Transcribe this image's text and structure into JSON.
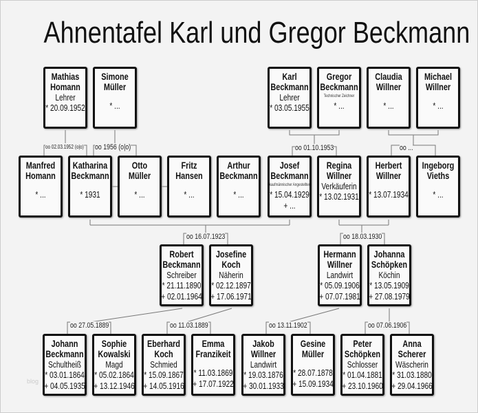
{
  "title": "Ahnentafel Karl und Gregor Beckmann",
  "persons": [
    {
      "first": "Mathias",
      "last": "Homann",
      "occupation": "Lehrer",
      "birth": "* 20.09.1952",
      "death": ""
    },
    {
      "first": "Simone",
      "last": "Müller",
      "occupation": "",
      "birth": "* ...",
      "death": ""
    },
    {
      "first": "Karl",
      "last": "Beckmann",
      "occupation": "Lehrer",
      "birth": "* 03.05.1955",
      "death": ""
    },
    {
      "first": "Gregor",
      "last": "Beckmann",
      "occupation": "Technischer Zeichner",
      "occupation_small": true,
      "birth": "* ...",
      "death": ""
    },
    {
      "first": "Claudia",
      "last": "Willner",
      "occupation": "",
      "birth": "* ...",
      "death": ""
    },
    {
      "first": "Michael",
      "last": "Willner",
      "occupation": "",
      "birth": "* ...",
      "death": ""
    },
    {
      "first": "Manfred",
      "last": "Homann",
      "occupation": "",
      "birth": "* ...",
      "death": ""
    },
    {
      "first": "Katharina",
      "last": "Beckmann",
      "occupation": "",
      "birth": "* 1931",
      "death": ""
    },
    {
      "first": "Otto",
      "last": "Müller",
      "occupation": "",
      "birth": "* ...",
      "death": ""
    },
    {
      "first": "Fritz",
      "last": "Hansen",
      "occupation": "",
      "birth": "* ...",
      "death": ""
    },
    {
      "first": "Arthur",
      "last": "Beckmann",
      "occupation": "",
      "birth": "* ...",
      "death": ""
    },
    {
      "first": "Josef",
      "last": "Beckmann",
      "occupation": "kaufmännischer Angestellter",
      "occupation_small": true,
      "birth": "* 15.04.1929",
      "death": "+ ..."
    },
    {
      "first": "Regina",
      "last": "Willner",
      "occupation": "Verkäuferin",
      "birth": "* 13.02.1931",
      "death": ""
    },
    {
      "first": "Herbert",
      "last": "Willner",
      "occupation": "",
      "birth": "* 13.07.1934",
      "death": ""
    },
    {
      "first": "Ingeborg",
      "last": "Vieths",
      "occupation": "",
      "birth": "* ...",
      "death": ""
    },
    {
      "first": "Robert",
      "last": "Beckmann",
      "occupation": "Schreiber",
      "birth": "* 21.11.1890",
      "death": "+ 02.01.1964"
    },
    {
      "first": "Josefine",
      "last": "Koch",
      "occupation": "Näherin",
      "birth": "* 02.12.1897",
      "death": "+ 17.06.1971"
    },
    {
      "first": "Hermann",
      "last": "Willner",
      "occupation": "Landwirt",
      "birth": "* 05.09.1906",
      "death": "+ 07.07.1981"
    },
    {
      "first": "Johanna",
      "last": "Schöpken",
      "occupation": "Köchin",
      "birth": "* 13.05.1909",
      "death": "+ 27.08.1979"
    },
    {
      "first": "Johann",
      "last": "Beckmann",
      "occupation": "Schultheiß",
      "birth": "* 03.01.1864",
      "death": "+ 04.05.1935"
    },
    {
      "first": "Sophie",
      "last": "Kowalski",
      "occupation": "Magd",
      "birth": "* 05.02.1864",
      "death": "+ 13.12.1946"
    },
    {
      "first": "Eberhard",
      "last": "Koch",
      "occupation": "Schmied",
      "birth": "* 15.09.1867",
      "death": "+ 14.05.1916"
    },
    {
      "first": "Emma",
      "last": "Franzikeit",
      "occupation": "",
      "birth": "* 11.03.1869",
      "death": "+ 17.07.1922"
    },
    {
      "first": "Jakob",
      "last": "Willner",
      "occupation": "Landwirt",
      "birth": "* 19.03.1876",
      "death": "+ 30.01.1933"
    },
    {
      "first": "Gesine",
      "last": "Müller",
      "occupation": "",
      "birth": "* 28.07.1878",
      "death": "+ 15.09.1934"
    },
    {
      "first": "Peter",
      "last": "Schöpken",
      "occupation": "Schlosser",
      "birth": "* 01.04.1881",
      "death": "+ 23.10.1960"
    },
    {
      "first": "Anna",
      "last": "Scherer",
      "occupation": "Wäscherin",
      "birth": "* 31.03.1880",
      "death": "+ 29.04.1966"
    }
  ],
  "marriages": [
    "oo 02.03.1952 (o|o)",
    "oo 1956 (o|o)",
    "oo 01.10.1953",
    "oo ...",
    "oo 16.07.1923",
    "oo 18.03.1930",
    "oo 27.05.1889",
    "oo 11.03.1889",
    "oo 13.11.1902",
    "oo 07.06.1906"
  ],
  "watermark": "blog"
}
